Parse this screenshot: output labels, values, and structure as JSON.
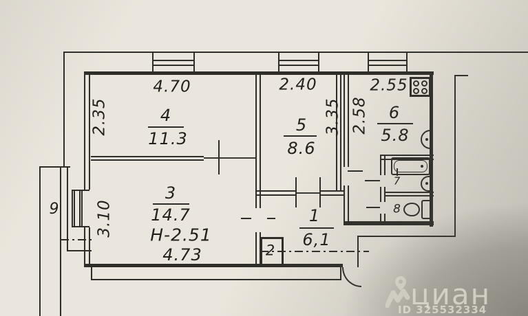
{
  "rooms": {
    "r1": {
      "num": "1",
      "area": "6,1"
    },
    "r2": {
      "num": "2"
    },
    "r3": {
      "num": "3",
      "area": "14.7",
      "ceiling_height": "H-2.51",
      "width": "4.73",
      "depth": "3.10"
    },
    "r4": {
      "num": "4",
      "area": "11.3",
      "width": "4.70",
      "depth": "2.35"
    },
    "r5": {
      "num": "5",
      "area": "8.6",
      "width": "2.40",
      "depth": "3.35"
    },
    "r6": {
      "num": "6",
      "area": "5.8",
      "width": "2.55",
      "depth": "2.58"
    },
    "r7": {
      "num": "7"
    },
    "r8": {
      "num": "8"
    },
    "r9": {
      "num": "9"
    }
  },
  "watermark": {
    "brand": "циан",
    "id_label": "ID 325532334"
  },
  "colors": {
    "paper": "#eae6dd",
    "ink": "#2e2d29",
    "watermark_text": "#ded8cf"
  }
}
